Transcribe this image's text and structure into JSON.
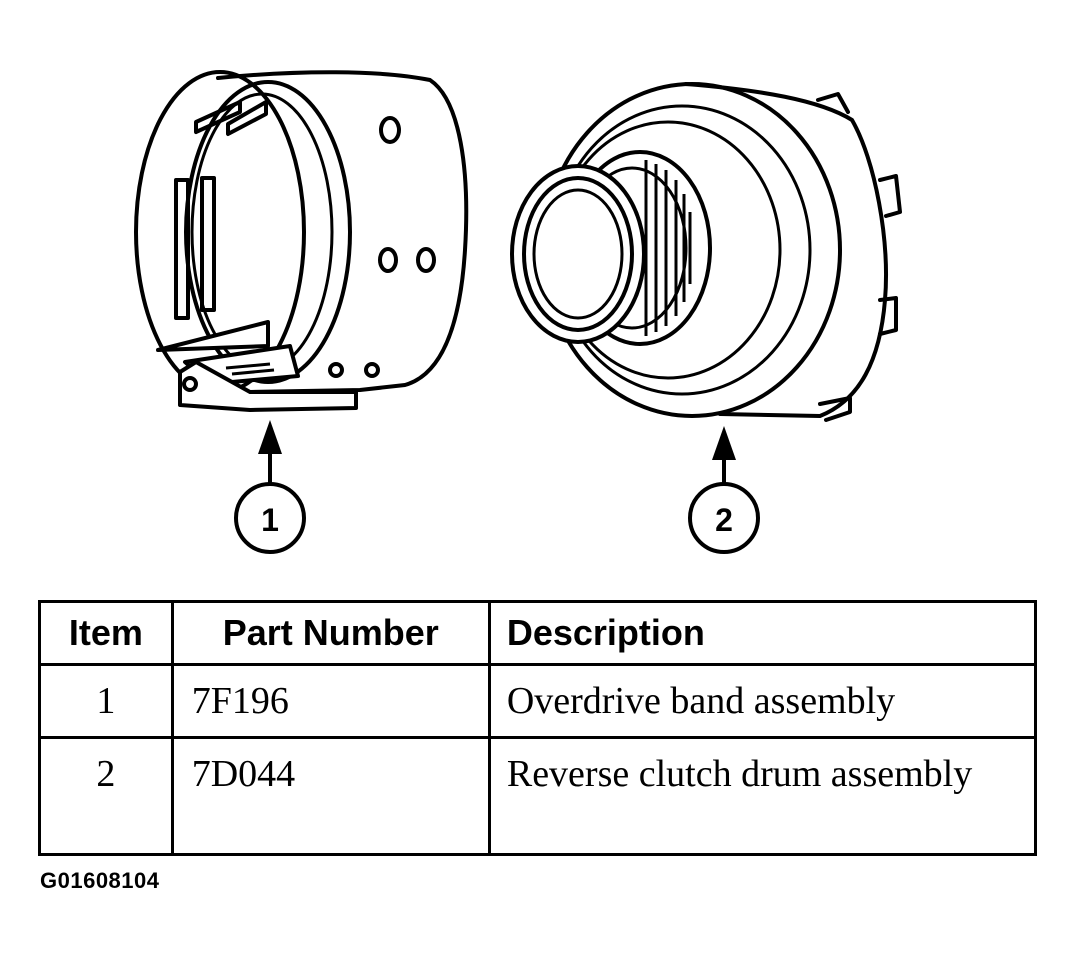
{
  "callouts": [
    {
      "label": "1"
    },
    {
      "label": "2"
    }
  ],
  "parts_table": {
    "headers": [
      "Item",
      "Part Number",
      "Description"
    ],
    "rows": [
      {
        "item": "1",
        "part_number": "7F196",
        "description": "Overdrive band assembly"
      },
      {
        "item": "2",
        "part_number": "7D044",
        "description": "Reverse clutch drum assembly"
      }
    ]
  },
  "figure_id": "G01608104"
}
